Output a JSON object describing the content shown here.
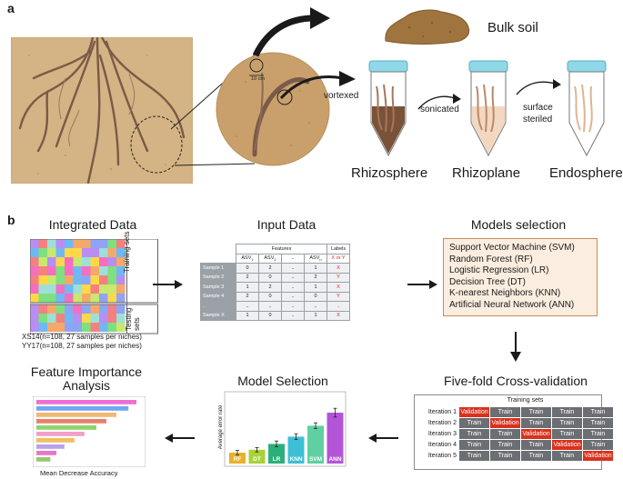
{
  "panel_a": {
    "letter": "a",
    "scale_label": "10 cm",
    "bulk_soil": "Bulk soil",
    "step_vortexed": "vortexed",
    "step_sonicated": "sonicated",
    "step_surface": "surface",
    "step_steriled": "steriled",
    "rhizosphere": "Rhizosphere",
    "rhizoplane": "Rhizoplane",
    "endosphere": "Endosphere"
  },
  "panel_b": {
    "letter": "b",
    "integrated": {
      "title": "Integrated Data",
      "training_label": "Training sets",
      "testing_label": "Testing sets",
      "line1": "XS14(n=108, 27 samples per niches)",
      "line2": "YY17(n=108, 27 samples per niches)"
    },
    "input": {
      "title": "Input Data",
      "features_header": "Features",
      "labels_header": "Labels",
      "asv_headers": [
        "ASV",
        "ASV",
        "..",
        "ASV"
      ],
      "asv_subs": [
        "1",
        "2",
        "",
        "n"
      ],
      "label_head": "X or Y",
      "rows": [
        {
          "name": "Sample 1",
          "vals": [
            "0",
            "2",
            "..",
            "1"
          ],
          "label": "X"
        },
        {
          "name": "Sample 2",
          "vals": [
            "2",
            "0",
            "..",
            "2"
          ],
          "label": "Y"
        },
        {
          "name": "Sample 3",
          "vals": [
            "1",
            "2",
            "..",
            "1"
          ],
          "label": "X"
        },
        {
          "name": "Sample 4",
          "vals": [
            "2",
            "0",
            "..",
            "0"
          ],
          "label": "Y"
        },
        {
          "name": "..",
          "vals": [
            "..",
            "..",
            "..",
            ".."
          ],
          "label": ".."
        },
        {
          "name": "Sample X",
          "vals": [
            "1",
            "0",
            "..",
            "1"
          ],
          "label": "X"
        }
      ]
    },
    "models": {
      "title": "Models selection",
      "items": [
        "Support Vector Machine (SVM)",
        "Random Forest (RF)",
        "Logistic Regression (LR)",
        "Decision Tree (DT)",
        "K-nearest Neighbors (KNN)",
        "Artificial Neural Network (ANN)"
      ]
    },
    "cv": {
      "title": "Five-fold Cross-validation",
      "header": "Training sets",
      "train_label": "Train",
      "validation_label": "Validation",
      "iterations": [
        "Iteration 1",
        "Iteration 2",
        "Iteration 3",
        "Iteration 4",
        "Iteration 5"
      ]
    },
    "model_selection": {
      "title": "Model Selection",
      "ylabel": "Average error rate"
    },
    "feature_importance": {
      "title_line1": "Feature Importance",
      "title_line2": "Analysis",
      "xlabel": "Mean Decrease Accuracy"
    }
  },
  "chart_data": [
    {
      "type": "bar",
      "ylabel": "Average error rate",
      "categories": [
        "RF",
        "DT",
        "LR",
        "KNN",
        "SVM",
        "ANN"
      ],
      "values": [
        0.15,
        0.19,
        0.27,
        0.37,
        0.52,
        0.7
      ],
      "errors": [
        0.03,
        0.03,
        0.04,
        0.04,
        0.04,
        0.06
      ],
      "colors": [
        "#e8b12a",
        "#a9d13a",
        "#2bb07a",
        "#3cc0d6",
        "#5fd0a0",
        "#b455d8"
      ]
    },
    {
      "type": "bar",
      "orientation": "horizontal",
      "xlabel": "Mean Decrease Accuracy",
      "values": [
        1.0,
        0.92,
        0.8,
        0.7,
        0.6,
        0.48,
        0.38,
        0.28,
        0.2,
        0.14
      ],
      "colors": [
        "#ee6ed4",
        "#6fa8f0",
        "#f0b873",
        "#e6806c",
        "#8cd56a",
        "#f3a0c6",
        "#f0c060",
        "#b8a2e8",
        "#e877c8",
        "#98c870"
      ]
    }
  ]
}
